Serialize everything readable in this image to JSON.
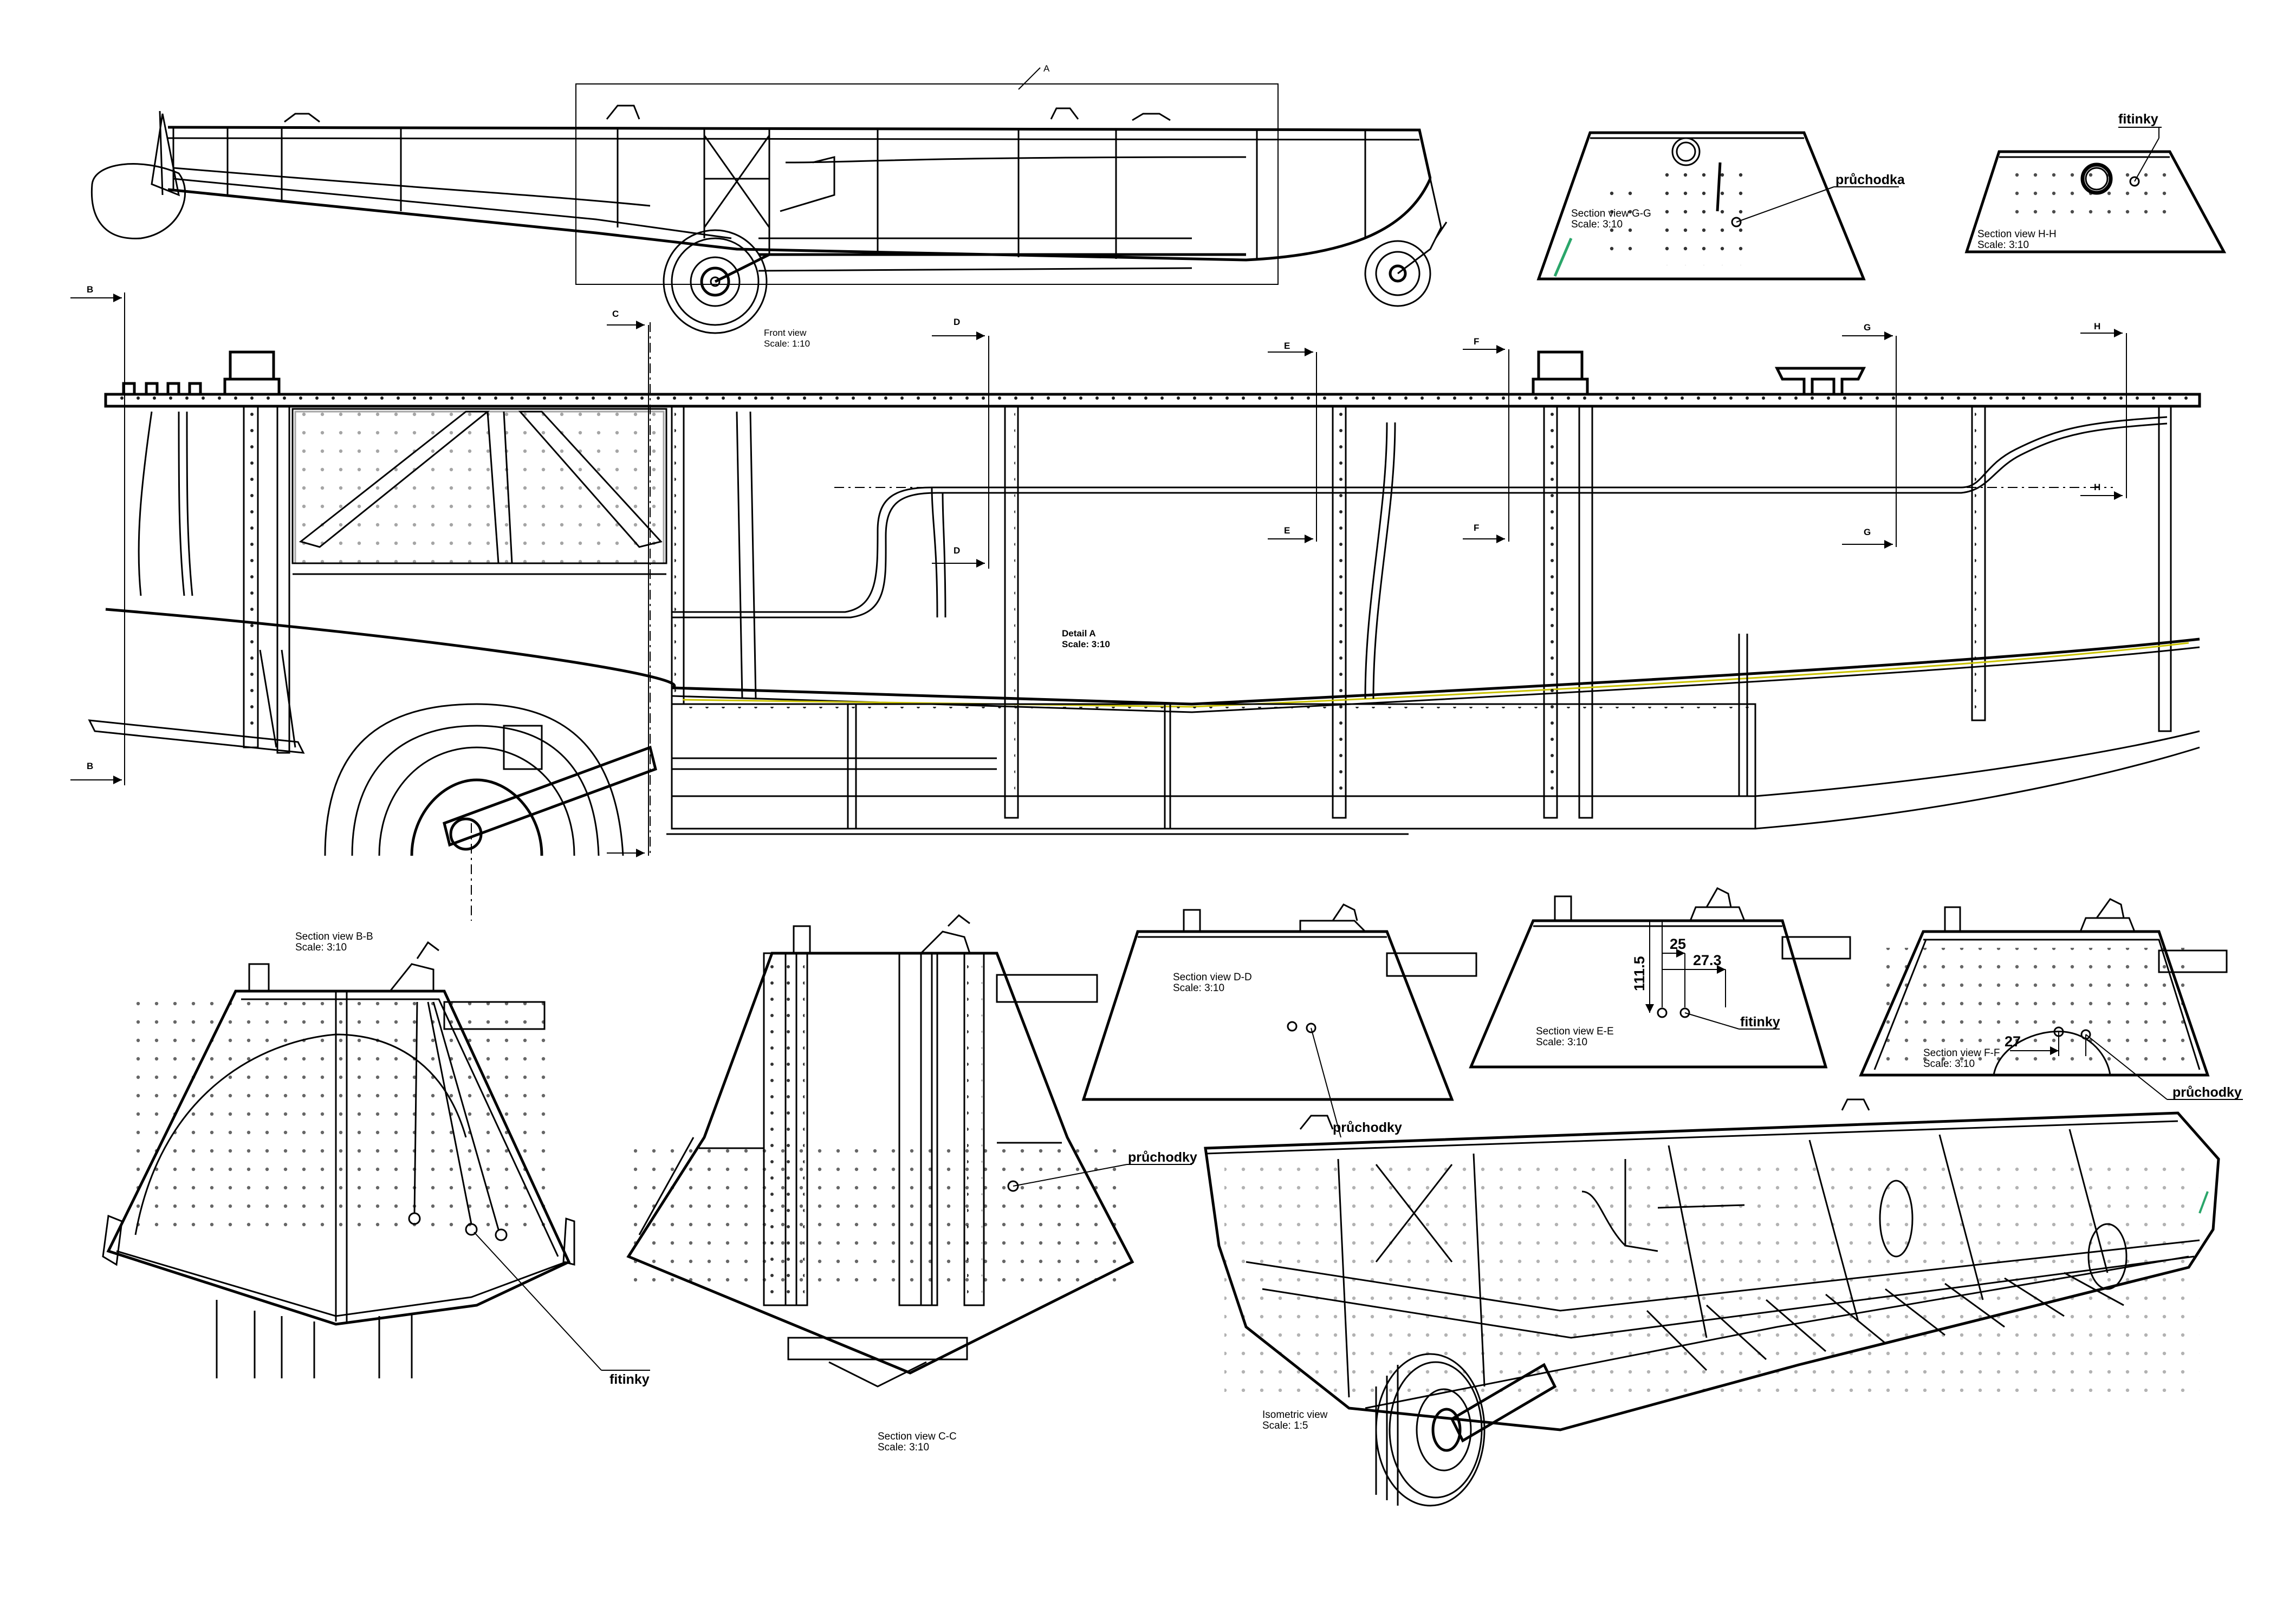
{
  "views": {
    "front": {
      "title": "Front view",
      "scale": "Scale: 1:10",
      "detail_ref": "A"
    },
    "detail_a": {
      "title": "Detail A",
      "scale": "Scale: 3:10"
    },
    "section_bb": {
      "title": "Section view B-B",
      "scale": "Scale: 3:10"
    },
    "section_cc": {
      "title": "Section view C-C",
      "scale": "Scale: 3:10"
    },
    "section_dd": {
      "title": "Section view D-D",
      "scale": "Scale: 3:10"
    },
    "section_ee": {
      "title": "Section view E-E",
      "scale": "Scale: 3:10"
    },
    "section_ff": {
      "title": "Section view F-F",
      "scale": "Scale: 3:10"
    },
    "section_gg": {
      "title": "Section view G-G",
      "scale": "Scale: 3:10"
    },
    "section_hh": {
      "title": "Section view H-H",
      "scale": "Scale: 3:10"
    },
    "isometric": {
      "title": "Isometric view",
      "scale": "Scale: 1:5"
    }
  },
  "section_markers": [
    "B",
    "C",
    "D",
    "E",
    "F",
    "G",
    "H"
  ],
  "callouts": {
    "pruchodka": "průchodka",
    "pruchodky": "průchodky",
    "fitinky": "fitinky"
  },
  "dimensions": {
    "ee_height": "111.5",
    "ee_offset_1": "25",
    "ee_offset_2": "27.3",
    "ff_offset": "27"
  }
}
